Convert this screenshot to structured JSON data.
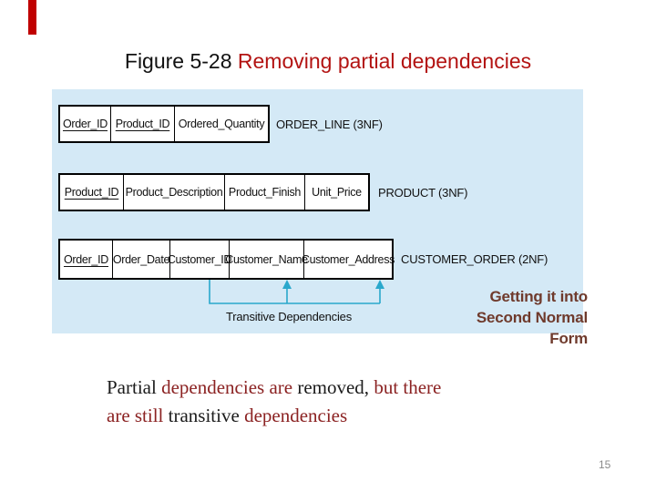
{
  "title": {
    "prefix": "Figure 5-28 ",
    "highlight": "Removing partial dependencies"
  },
  "colors": {
    "bar_red": "#c00000",
    "accent_red": "#b31312",
    "panel_blue": "#d4e9f6",
    "arrow_teal": "#29a8cc",
    "caption_black": "#1b1b1b",
    "caption_red": "#8b2222",
    "note_maroon": "#6f3a2c",
    "page_gray": "#8a8a8a"
  },
  "diagram": {
    "tables": [
      {
        "label": "ORDER_LINE (3NF)",
        "columns": [
          {
            "text": "Order_ID",
            "key": true
          },
          {
            "text": "Product_ID",
            "key": true
          },
          {
            "text": "Ordered_Quantity",
            "key": false
          }
        ]
      },
      {
        "label": "PRODUCT (3NF)",
        "columns": [
          {
            "text": "Product_ID",
            "key": true
          },
          {
            "text": "Product_Description",
            "key": false
          },
          {
            "text": "Product_Finish",
            "key": false
          },
          {
            "text": "Unit_Price",
            "key": false
          }
        ]
      },
      {
        "label": "CUSTOMER_ORDER (2NF)",
        "columns": [
          {
            "text": "Order_ID",
            "key": true
          },
          {
            "text": "Order_Date",
            "key": false
          },
          {
            "text": "Customer_ID",
            "key": false
          },
          {
            "text": "Customer_Name",
            "key": false
          },
          {
            "text": "Customer_Address",
            "key": false
          }
        ]
      }
    ],
    "transitive_label": "Transitive Dependencies",
    "side_note": "Getting it into\nSecond Normal\nForm"
  },
  "caption": {
    "lines": [
      [
        {
          "text": "Partial ",
          "color": "black"
        },
        {
          "text": "dependencies are ",
          "color": "red"
        },
        {
          "text": "removed, ",
          "color": "black"
        },
        {
          "text": "but there",
          "color": "red"
        }
      ],
      [
        {
          "text": "are still ",
          "color": "red"
        },
        {
          "text": "transitive ",
          "color": "black"
        },
        {
          "text": "dependencies",
          "color": "red"
        }
      ]
    ]
  },
  "page_number": "15"
}
